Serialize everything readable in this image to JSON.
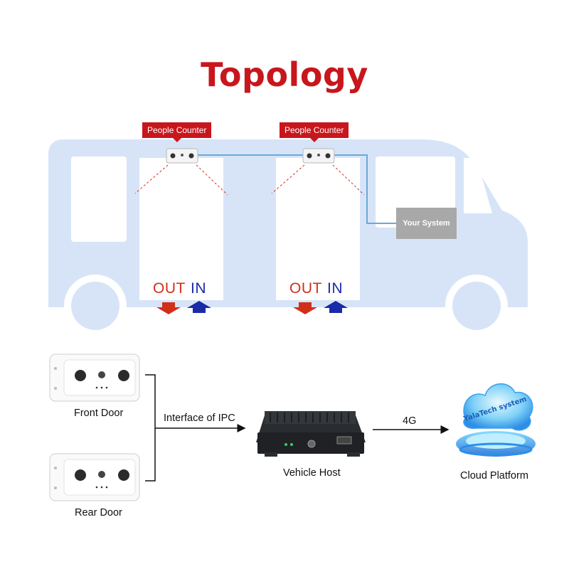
{
  "title": "Topology",
  "bus": {
    "counter_labels": [
      "People Counter",
      "People Counter"
    ],
    "your_system": "Your System",
    "doors": [
      {
        "out": "OUT",
        "in": "IN"
      },
      {
        "out": "OUT",
        "in": "IN"
      }
    ]
  },
  "flow": {
    "front_door": "Front Door",
    "rear_door": "Rear Door",
    "interface": "Interface of IPC",
    "vehicle_host": "Vehicle Host",
    "link": "4G",
    "cloud": "Cloud Platform",
    "cloud_logo_text": "YalaTech system"
  },
  "colors": {
    "accent_red": "#c8161d",
    "bus_blue": "#d7e4f8",
    "out_red": "#d0301a",
    "in_blue": "#1a2aa8"
  }
}
